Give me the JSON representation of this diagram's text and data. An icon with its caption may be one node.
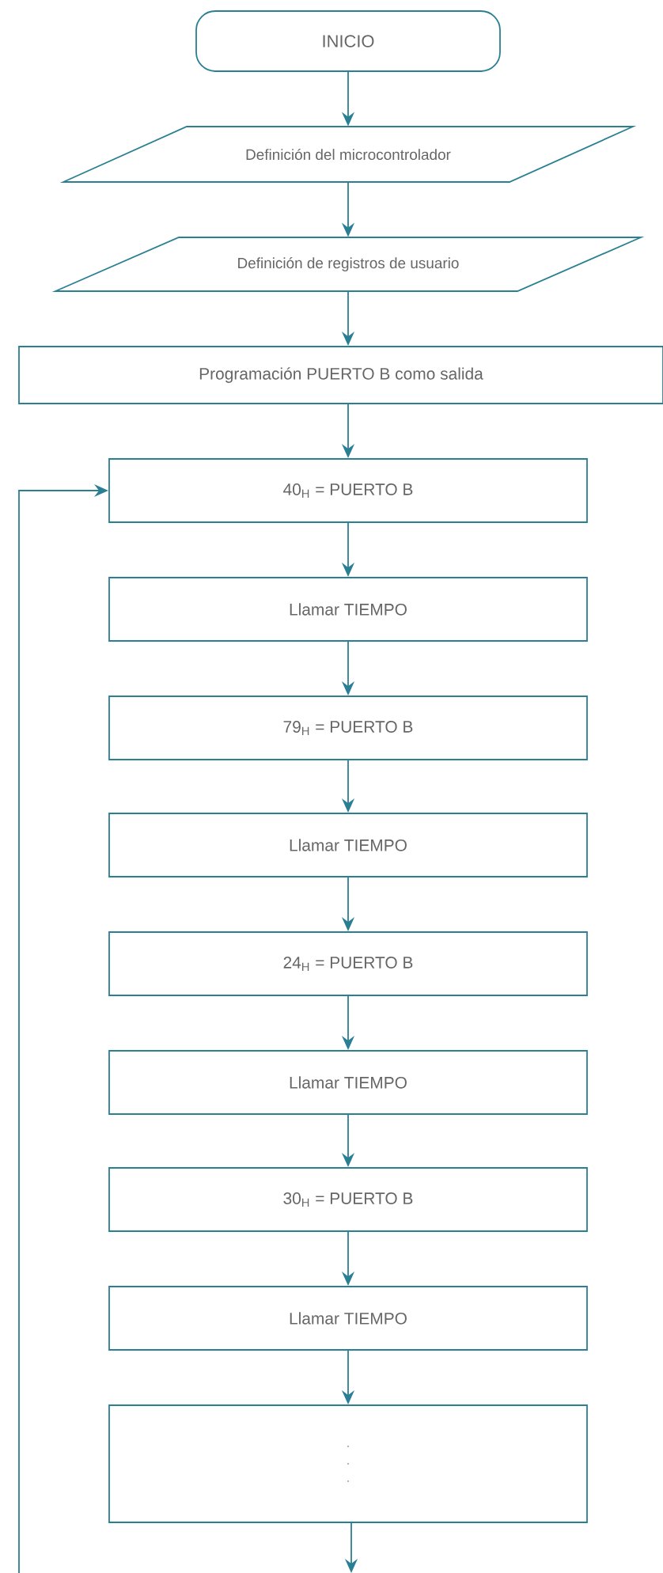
{
  "diagram": {
    "nodes": [
      {
        "text": [
          "INICIO"
        ]
      },
      {
        "text": [
          "Definición del microcontrolador"
        ]
      },
      {
        "text": [
          "Definición de registros de usuario"
        ]
      },
      {
        "text": [
          "Programación PUERTO B como salida"
        ]
      },
      {
        "text": [
          "40$_{H}$ = PUERTO B"
        ]
      },
      {
        "text": [
          "Llamar TIEMPO"
        ]
      },
      {
        "text": [
          "79$_{H}$ = PUERTO B"
        ]
      },
      {
        "text": [
          "Llamar TIEMPO"
        ]
      },
      {
        "text": [
          "24$_{H}$ = PUERTO B"
        ]
      },
      {
        "text": [
          "Llamar TIEMPO"
        ]
      },
      {
        "text": [
          "30$_{H}$ = PUERTO B"
        ]
      },
      {
        "text": [
          "Llamar TIEMPO"
        ]
      },
      {
        "text": [
          ". . ."
        ]
      }
    ],
    "edges": [
      {
        "from": 0,
        "to": 1,
        "arrow": "to"
      },
      {
        "from": 1,
        "to": 2,
        "arrow": "to"
      },
      {
        "from": 2,
        "to": 3,
        "arrow": "to"
      },
      {
        "from": 3,
        "to": 4,
        "arrow": "to"
      },
      {
        "from": 4,
        "to": 5,
        "arrow": "to"
      },
      {
        "from": 5,
        "to": 6,
        "arrow": "to"
      },
      {
        "from": 6,
        "to": 7,
        "arrow": "to"
      },
      {
        "from": 7,
        "to": 8,
        "arrow": "to"
      },
      {
        "from": 8,
        "to": 9,
        "arrow": "to"
      },
      {
        "from": 9,
        "to": 10,
        "arrow": "to"
      },
      {
        "from": 10,
        "to": 11,
        "arrow": "to"
      },
      {
        "from": 11,
        "to": 12,
        "arrow": "to"
      },
      {
        "from": 12,
        "to": null,
        "arrow": "to"
      },
      {
        "from": null,
        "to": 4,
        "arrow": "to"
      }
    ]
  }
}
